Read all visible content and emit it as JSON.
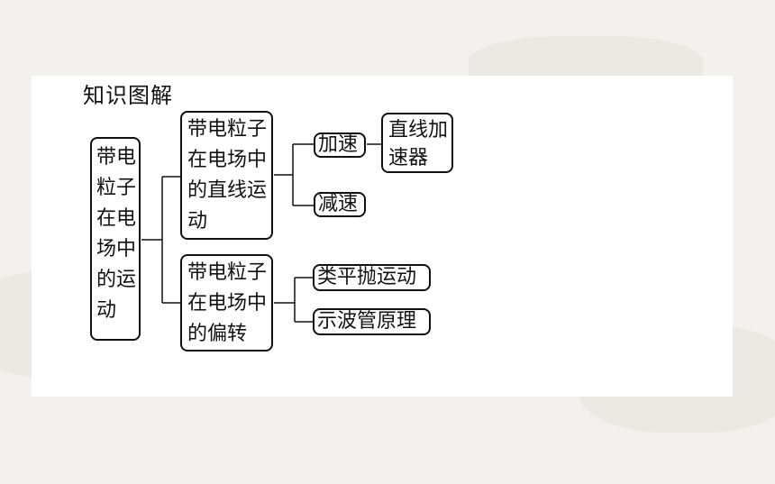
{
  "title": "知识图解",
  "nodes": {
    "root": [
      "带电",
      "粒子",
      "在电",
      "场中",
      "的运",
      "动"
    ],
    "straight": [
      "带电粒子",
      "在电场中",
      "的直线运",
      "动"
    ],
    "deflect": [
      "带电粒子",
      "在电场中",
      "的偏转"
    ],
    "accel": "加速",
    "linac": [
      "直线加",
      "速器"
    ],
    "decel": "减速",
    "projectile": "类平抛运动",
    "crt": "示波管原理"
  }
}
